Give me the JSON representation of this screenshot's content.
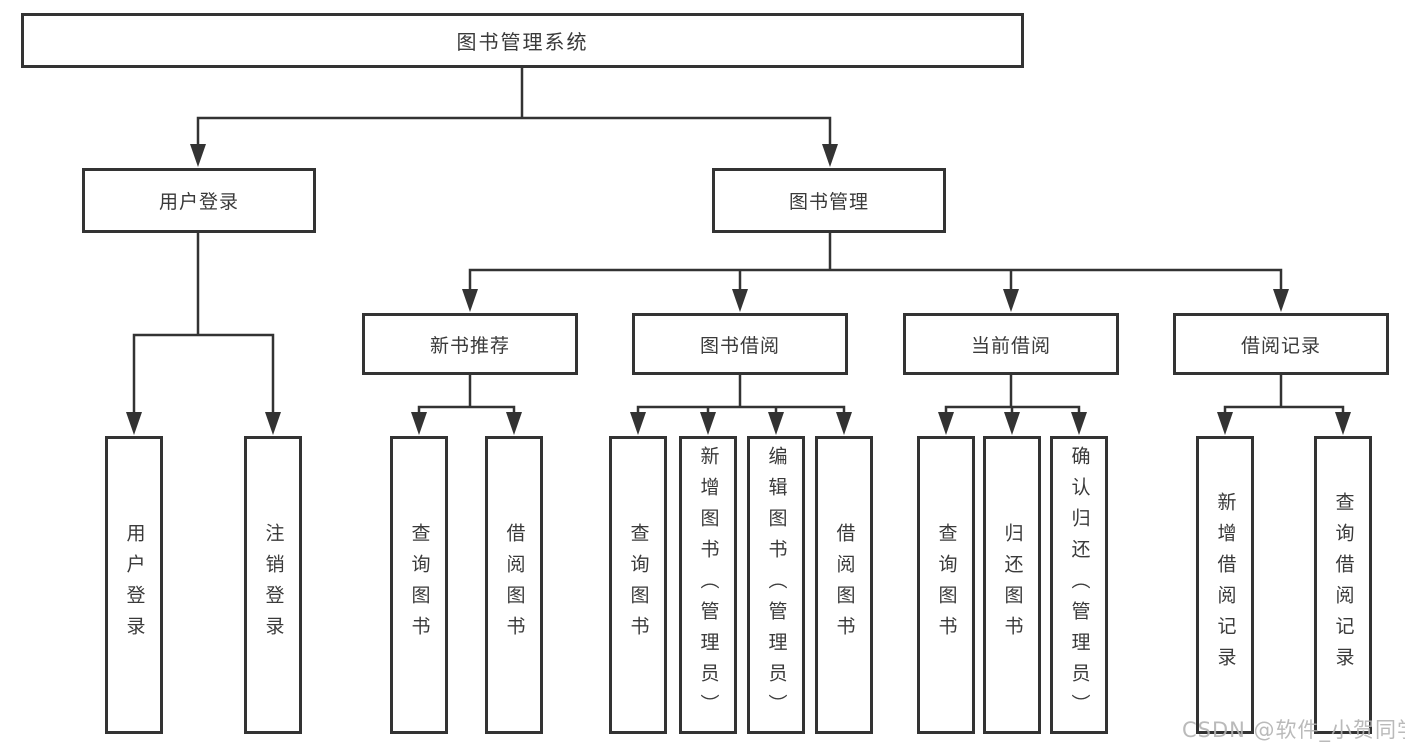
{
  "root": {
    "label": "图书管理系统"
  },
  "branches": [
    {
      "label": "用户登录",
      "children": [
        {
          "label": "用户登录"
        },
        {
          "label": "注销登录"
        }
      ]
    },
    {
      "label": "图书管理",
      "sections": [
        {
          "label": "新书推荐",
          "children": [
            {
              "label": "查询图书"
            },
            {
              "label": "借阅图书"
            }
          ]
        },
        {
          "label": "图书借阅",
          "children": [
            {
              "label": "查询图书"
            },
            {
              "label": "新增图书（管理员）"
            },
            {
              "label": "编辑图书（管理员）"
            },
            {
              "label": "借阅图书"
            }
          ]
        },
        {
          "label": "当前借阅",
          "children": [
            {
              "label": "查询图书"
            },
            {
              "label": "归还图书"
            },
            {
              "label": "确认归还（管理员）"
            }
          ]
        },
        {
          "label": "借阅记录",
          "children": [
            {
              "label": "新增借阅记录"
            },
            {
              "label": "查询借阅记录"
            }
          ]
        }
      ]
    }
  ],
  "watermark": "CSDN @软件_小贺同学",
  "colors": {
    "line": "#333333",
    "text": "#3a3a3a",
    "watermark": "#b3b3b3"
  }
}
